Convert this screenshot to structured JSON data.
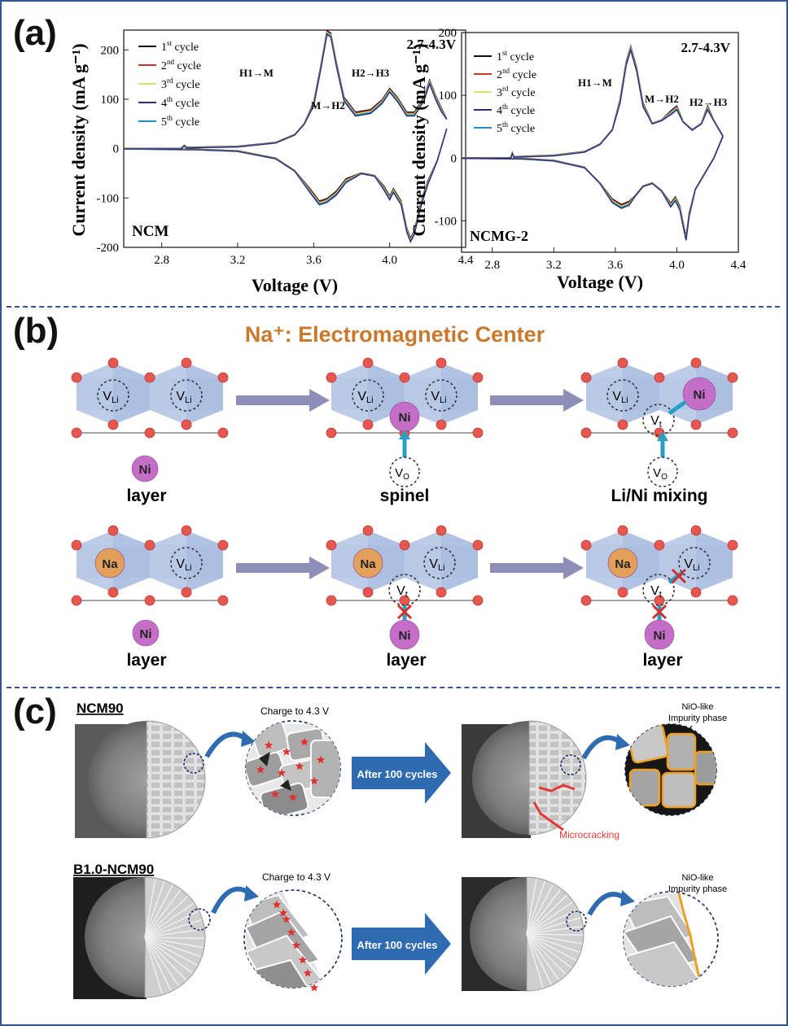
{
  "panels": {
    "a": "(a)",
    "b": "(b)",
    "c": "(c)"
  },
  "chart_data": [
    {
      "type": "line",
      "title": "",
      "sample": "NCM",
      "range_label": "2.7-4.3V",
      "xlabel": "Voltage (V)",
      "ylabel": "Current density (mA g⁻¹)",
      "xlim": [
        2.6,
        4.4
      ],
      "ylim": [
        -200,
        240
      ],
      "xticks": [
        "2.8",
        "3.2",
        "3.6",
        "4.0",
        "4.4"
      ],
      "yticks": [
        "-200",
        "-100",
        "0",
        "100",
        "200"
      ],
      "annotations": [
        "H1→M",
        "M→H2",
        "H2→H3"
      ],
      "legend": [
        {
          "base": "1",
          "sup": "st",
          "rest": " cycle",
          "color": "#111111"
        },
        {
          "base": "2",
          "sup": "nd",
          "rest": " cycle",
          "color": "#c0392b"
        },
        {
          "base": "3",
          "sup": "rd",
          "rest": " cycle",
          "color": "#d4e36b"
        },
        {
          "base": "4",
          "sup": "th",
          "rest": " cycle",
          "color": "#2b2f7a"
        },
        {
          "base": "5",
          "sup": "th",
          "rest": " cycle",
          "color": "#1f8fbf"
        }
      ],
      "series_charge": {
        "x": [
          2.6,
          2.9,
          2.92,
          2.93,
          3.2,
          3.4,
          3.5,
          3.55,
          3.6,
          3.64,
          3.67,
          3.69,
          3.72,
          3.76,
          3.82,
          3.9,
          3.96,
          4.0,
          4.04,
          4.09,
          4.13,
          4.18,
          4.21,
          4.24,
          4.27,
          4.3
        ],
        "y": [
          0,
          0,
          6,
          2,
          4,
          12,
          28,
          50,
          90,
          170,
          235,
          230,
          170,
          100,
          70,
          75,
          95,
          118,
          100,
          70,
          70,
          100,
          135,
          105,
          80,
          60
        ]
      },
      "series_discharge": {
        "x": [
          4.3,
          4.25,
          4.2,
          4.16,
          4.13,
          4.11,
          4.09,
          4.06,
          4.02,
          4.0,
          3.97,
          3.92,
          3.85,
          3.77,
          3.72,
          3.67,
          3.63,
          3.58,
          3.5,
          3.4,
          3.2,
          3.0,
          2.6
        ],
        "y": [
          40,
          -25,
          -70,
          -120,
          -170,
          -185,
          -165,
          -110,
          -85,
          -100,
          -80,
          -55,
          -50,
          -65,
          -90,
          -105,
          -110,
          -85,
          -45,
          -20,
          -5,
          -2,
          0
        ]
      }
    },
    {
      "type": "line",
      "title": "",
      "sample": "NCMG-2",
      "range_label": "2.7-4.3V",
      "xlabel": "Voltage (V)",
      "ylabel": "Current density (mA g⁻¹)",
      "xlim": [
        2.6,
        4.4
      ],
      "ylim": [
        -150,
        200
      ],
      "xticks": [
        "2.8",
        "3.2",
        "3.6",
        "4.0",
        "4.4"
      ],
      "yticks": [
        "-100",
        "0",
        "100",
        "200"
      ],
      "annotations": [
        "H1→M",
        "M→H2",
        "H2→H3"
      ],
      "legend": [
        {
          "base": "1",
          "sup": "st",
          "rest": " cycle",
          "color": "#111111"
        },
        {
          "base": "2",
          "sup": "nd",
          "rest": " cycle",
          "color": "#c0392b"
        },
        {
          "base": "3",
          "sup": "rd",
          "rest": " cycle",
          "color": "#d4e36b"
        },
        {
          "base": "4",
          "sup": "th",
          "rest": " cycle",
          "color": "#2b2f7a"
        },
        {
          "base": "5",
          "sup": "th",
          "rest": " cycle",
          "color": "#1f8fbf"
        }
      ],
      "series_charge": {
        "x": [
          2.6,
          2.92,
          2.93,
          2.94,
          3.2,
          3.4,
          3.5,
          3.58,
          3.63,
          3.67,
          3.7,
          3.74,
          3.78,
          3.84,
          3.9,
          3.96,
          4.0,
          4.04,
          4.1,
          4.16,
          4.2,
          4.24,
          4.3
        ],
        "y": [
          0,
          0,
          8,
          2,
          4,
          10,
          22,
          45,
          90,
          150,
          175,
          140,
          85,
          55,
          60,
          72,
          80,
          58,
          45,
          55,
          80,
          60,
          35
        ]
      },
      "series_discharge": {
        "x": [
          4.3,
          4.24,
          4.18,
          4.12,
          4.08,
          4.06,
          4.04,
          4.02,
          3.99,
          3.96,
          3.9,
          3.84,
          3.78,
          3.73,
          3.69,
          3.64,
          3.58,
          3.5,
          3.4,
          3.2,
          3.0,
          2.6
        ],
        "y": [
          35,
          0,
          -25,
          -50,
          -90,
          -128,
          -105,
          -80,
          -65,
          -75,
          -52,
          -40,
          -45,
          -60,
          -72,
          -77,
          -68,
          -40,
          -15,
          -4,
          -1,
          0
        ]
      }
    }
  ],
  "panel_b": {
    "title": "Na⁺: Electromagnetic Center",
    "top_row": {
      "cell1": {
        "site1": "V",
        "site1_sub": "Li",
        "site2": "V",
        "site2_sub": "Li",
        "ion": "Ni",
        "caption": "layer"
      },
      "cell2": {
        "site1": "V",
        "site1_sub": "Li",
        "site2": "V",
        "site2_sub": "Li",
        "ion": "Ni",
        "vac": "V",
        "vac_sub": "O",
        "caption": "spinel"
      },
      "cell3": {
        "site1": "V",
        "site1_sub": "Li",
        "site2": "V",
        "site2_sub": "t",
        "ion": "Ni",
        "vac": "V",
        "vac_sub": "O",
        "caption": "Li/Ni mixing"
      }
    },
    "bottom_row": {
      "cell1": {
        "na": "Na",
        "site2": "V",
        "site2_sub": "Li",
        "ion": "Ni",
        "caption": "layer"
      },
      "cell2": {
        "na": "Na",
        "site2": "V",
        "site2_sub": "Li",
        "vt": "V",
        "vt_sub": "t",
        "ion": "Ni",
        "caption": "layer"
      },
      "cell3": {
        "na": "Na",
        "site2": "V",
        "site2_sub": "Li",
        "vt": "V",
        "vt_sub": "t",
        "ion": "Ni",
        "caption": "layer"
      }
    },
    "colors": {
      "oxygen": "#e8574f",
      "ni": "#c46ec8",
      "na": "#e3a05a",
      "arrow": "#8e8fb8",
      "octa": "#c9d8ee",
      "cross": "#d32f2f"
    }
  },
  "panel_c": {
    "row1": {
      "sample": "NCM90",
      "charge_label": "Charge to 4.3 V",
      "cycle_label": "After 100 cycles",
      "impurity_line1": "NiO-like",
      "impurity_line2": "Impurity phase",
      "crack_label": "Microcracking"
    },
    "row2": {
      "sample": "B1.0-NCM90",
      "charge_label": "Charge to 4.3 V",
      "cycle_label": "After 100 cycles",
      "impurity_line1": "NiO-like",
      "impurity_line2": "Impurity phase"
    },
    "colors": {
      "arrow_fill": "#2e6bb0",
      "curve_arrow": "#2e6bb0",
      "star": "#e03030",
      "impurity": "#f0a020",
      "crack": "#e53935"
    }
  }
}
